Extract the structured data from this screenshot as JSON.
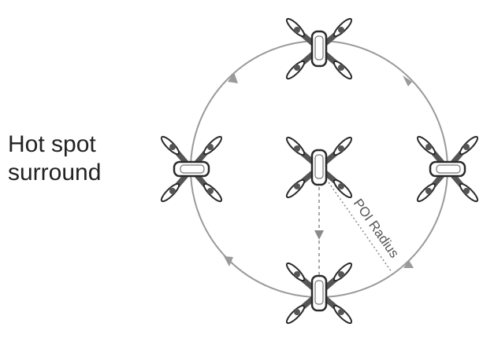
{
  "label": {
    "line1": "Hot spot",
    "line2": "surround"
  },
  "radius_label": "POI Radius",
  "colors": {
    "path": "#9a9a9a",
    "drone_arm": "#555555",
    "drone_outline": "#2a2a2a",
    "text": "#222222"
  },
  "drones": [
    {
      "name": "drone-top",
      "orientation": "vertical"
    },
    {
      "name": "drone-left",
      "orientation": "horizontal"
    },
    {
      "name": "drone-center",
      "orientation": "vertical"
    },
    {
      "name": "drone-right",
      "orientation": "horizontal"
    },
    {
      "name": "drone-bottom",
      "orientation": "vertical"
    }
  ]
}
